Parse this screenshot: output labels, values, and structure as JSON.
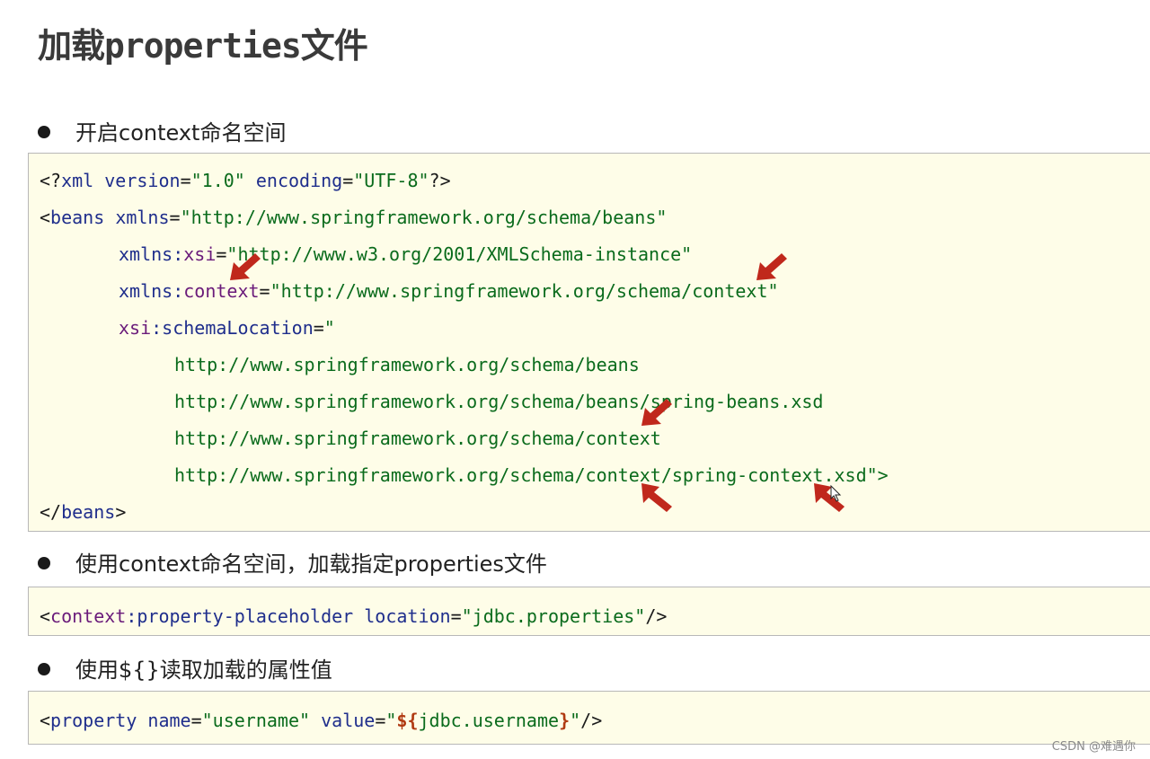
{
  "title": "加载properties文件",
  "bullets": [
    "开启context命名空间",
    "使用context命名空间，加载指定properties文件",
    "使用${}读取加载的属性值"
  ],
  "code1": {
    "xml_open": "<?",
    "xml_kw": "xml",
    "version_attr": "version",
    "version_val": "\"1.0\"",
    "encoding_attr": "encoding",
    "encoding_val": "\"UTF-8\"",
    "xml_close": "?>",
    "beans_open": "<",
    "beans_tag": "beans",
    "xmlns_attr": "xmlns",
    "xmlns_val": "\"http://www.springframework.org/schema/beans\"",
    "xsi_prefix": "xmlns:",
    "xsi_ns": "xsi",
    "xsi_val": "\"http://www.w3.org/2001/XMLSchema-instance\"",
    "ctx_prefix": "xmlns:",
    "ctx_ns": "context",
    "ctx_val": "\"http://www.springframework.org/schema/context\"",
    "schema_ns": "xsi",
    "schema_attr": ":schemaLocation",
    "schema_open": "\"",
    "loc1": "http://www.springframework.org/schema/beans",
    "loc2": "http://www.springframework.org/schema/beans/spring-beans.xsd",
    "loc3": "http://www.springframework.org/schema/context",
    "loc4": "http://www.springframework.org/schema/context/spring-context.xsd",
    "loc4_close": "\">",
    "beans_end_open": "</",
    "beans_end_tag": "beans",
    "beans_end_close": ">"
  },
  "code2": {
    "open": "<",
    "ns": "context",
    "tag": ":property-placeholder",
    "attr": "location",
    "val": "\"jdbc.properties\"",
    "close": "/>"
  },
  "code3": {
    "open": "<",
    "tag": "property",
    "name_attr": "name",
    "name_val": "\"username\"",
    "value_attr": "value",
    "value_q1": "\"",
    "el_open": "${",
    "el_body": "jdbc.username",
    "el_close": "}",
    "value_q2": "\"",
    "close": "/>"
  },
  "watermark": "CSDN @难遇你",
  "colors": {
    "code_background": "#fefde8",
    "tag": "#1f2e8c",
    "namespace": "#6a1b7a",
    "string": "#0a6b1c",
    "el_expression": "#b03a12",
    "arrow": "#c0281c"
  },
  "icons": [
    "bullet-dot",
    "red-arrow",
    "mouse-cursor-icon"
  ]
}
